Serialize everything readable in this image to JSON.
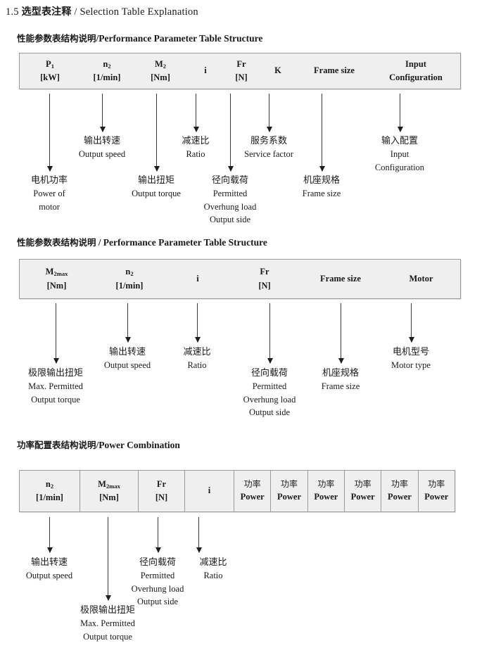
{
  "page": {
    "title_number": "1.5",
    "title_cn": "选型表注释",
    "title_sep": "/",
    "title_en": "Selection Table Explanation"
  },
  "sections": [
    {
      "id": "performance-parameter-1",
      "heading_cn": "性能参数表结构说明",
      "heading_sep": "/",
      "heading_en": "Performance Parameter Table Structure",
      "table": {
        "columns": [
          {
            "symbol": "P",
            "sub": "1",
            "unit": "[kW]"
          },
          {
            "symbol": "n",
            "sub": "2",
            "unit": "[1/min]"
          },
          {
            "symbol": "M",
            "sub": "2",
            "unit": "[Nm]"
          },
          {
            "symbol": "i",
            "sub": "",
            "unit": ""
          },
          {
            "symbol": "Fr",
            "sub": "",
            "unit": "[N]"
          },
          {
            "symbol": "K",
            "sub": "",
            "unit": ""
          },
          {
            "symbol": "Frame size",
            "sub": "",
            "unit": ""
          },
          {
            "symbol": "Input",
            "sub": "",
            "unit": "Configuration"
          }
        ]
      },
      "annotations": [
        {
          "cn": "电机功率",
          "en": [
            "Power of",
            "motor"
          ]
        },
        {
          "cn": "输出转速",
          "en": [
            "Output speed"
          ]
        },
        {
          "cn": "输出扭矩",
          "en": [
            "Output torque"
          ]
        },
        {
          "cn": "减速比",
          "en": [
            "Ratio"
          ]
        },
        {
          "cn": "径向载荷",
          "en": [
            "Permitted",
            "Overhung load",
            "Output side"
          ]
        },
        {
          "cn": "服务系数",
          "en": [
            "Service factor"
          ]
        },
        {
          "cn": "机座规格",
          "en": [
            "Frame size"
          ]
        },
        {
          "cn": "输入配置",
          "en": [
            "Input",
            "Configuration"
          ]
        }
      ]
    },
    {
      "id": "performance-parameter-2",
      "heading_cn": "性能参数表结构说明",
      "heading_sep": "/",
      "heading_en": "Performance Parameter Table Structure",
      "table": {
        "columns": [
          {
            "symbol": "M",
            "sub": "2max",
            "unit": "[Nm]"
          },
          {
            "symbol": "n",
            "sub": "2",
            "unit": "[1/min]"
          },
          {
            "symbol": "i",
            "sub": "",
            "unit": ""
          },
          {
            "symbol": "Fr",
            "sub": "",
            "unit": "[N]"
          },
          {
            "symbol": "Frame size",
            "sub": "",
            "unit": ""
          },
          {
            "symbol": "Motor",
            "sub": "",
            "unit": ""
          }
        ]
      },
      "annotations": [
        {
          "cn": "极限输出扭矩",
          "en": [
            "Max. Permitted",
            "Output  torque"
          ]
        },
        {
          "cn": "输出转速",
          "en": [
            "Output speed"
          ]
        },
        {
          "cn": "减速比",
          "en": [
            "Ratio"
          ]
        },
        {
          "cn": "径向载荷",
          "en": [
            "Permitted",
            "Overhung load",
            "Output side"
          ]
        },
        {
          "cn": "机座规格",
          "en": [
            "Frame size"
          ]
        },
        {
          "cn": "电机型号",
          "en": [
            "Motor type"
          ]
        }
      ]
    },
    {
      "id": "power-combination",
      "heading_cn": "功率配置表结构说明",
      "heading_sep": "/",
      "heading_en": "Power Combination",
      "table": {
        "columns": [
          {
            "symbol": "n",
            "sub": "2",
            "unit": "[1/min]"
          },
          {
            "symbol": "M",
            "sub": "2max",
            "unit": "[Nm]"
          },
          {
            "symbol": "Fr",
            "sub": "",
            "unit": "[N]"
          },
          {
            "symbol": "i",
            "sub": "",
            "unit": ""
          },
          {
            "symbol_cn": "功率",
            "unit": "Power"
          },
          {
            "symbol_cn": "功率",
            "unit": "Power"
          },
          {
            "symbol_cn": "功率",
            "unit": "Power"
          },
          {
            "symbol_cn": "功率",
            "unit": "Power"
          },
          {
            "symbol_cn": "功率",
            "unit": "Power"
          },
          {
            "symbol_cn": "功率",
            "unit": "Power"
          }
        ]
      },
      "annotations": [
        {
          "cn": "输出转速",
          "en": [
            "Output speed"
          ]
        },
        {
          "cn": "极限输出扭矩",
          "en": [
            "Max. Permitted",
            "Output  torque"
          ]
        },
        {
          "cn": "径向载荷",
          "en": [
            "Permitted",
            "Overhung load",
            "Output side"
          ]
        },
        {
          "cn": "减速比",
          "en": [
            "Ratio"
          ]
        }
      ]
    }
  ],
  "colors": {
    "table_fill": "#efefef",
    "table_border": "#9a9a9a",
    "arrow": "#1f1f1f",
    "text": "#1a1a1a"
  }
}
